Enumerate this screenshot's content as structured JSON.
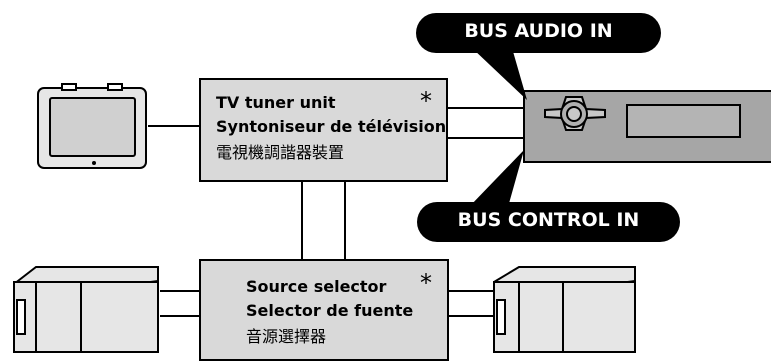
{
  "tv_tuner": {
    "line1": "TV tuner unit",
    "line2": "Syntoniseur de télévision",
    "line3": "電視機調諧器裝置",
    "mark": "*"
  },
  "source_selector": {
    "line1": "Source selector",
    "line2": "Selector de fuente",
    "line3": "音源選擇器",
    "mark": "*"
  },
  "bubbles": {
    "audio": "BUS AUDIO IN",
    "control": "BUS CONTROL IN"
  },
  "colors": {
    "box_fill": "#d9d9d9",
    "headunit_fill": "#a6a6a6",
    "bubble_fill": "#000000",
    "device_fill": "#e6e6e6"
  }
}
